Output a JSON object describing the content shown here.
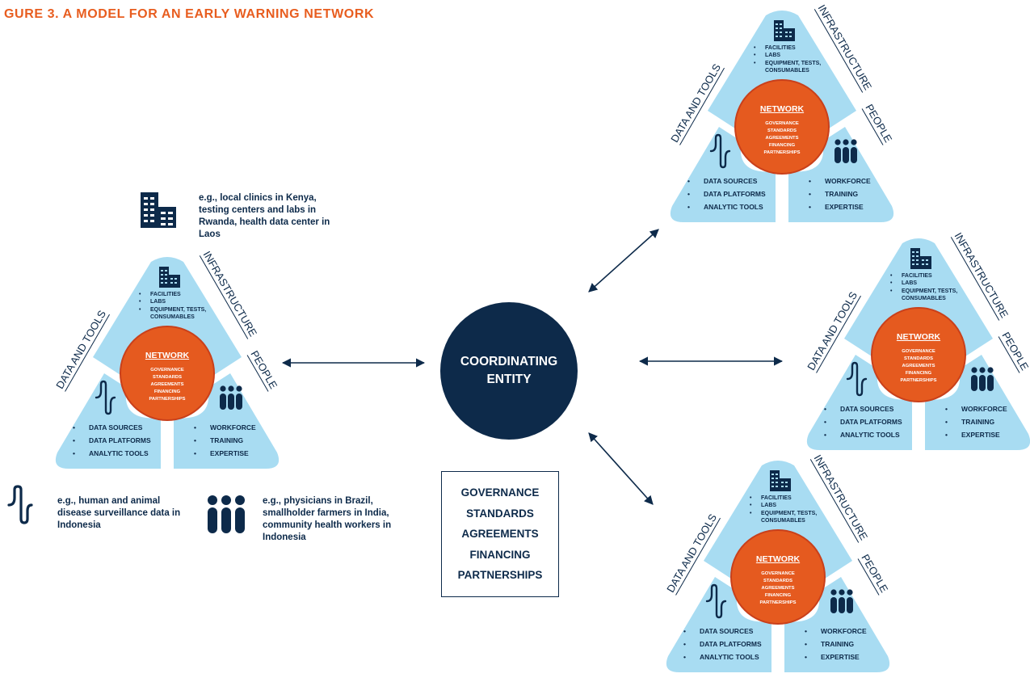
{
  "title": "GURE 3. A MODEL FOR AN EARLY WARNING NETWORK",
  "icons": {
    "infrastructure": "building-icon",
    "data_and_tools": "squiggle-signal-icon",
    "people": "people-group-icon"
  },
  "colors": {
    "segment": "#a8dcf2",
    "network": "#e55a1f",
    "navy": "#0d2a4a",
    "title": "#e85d1f"
  },
  "model": {
    "infra_label": "INFRASTRUCTURE",
    "infra_items": [
      "FACILITIES",
      "LABS",
      "EQUIPMENT, TESTS,",
      "CONSUMABLES"
    ],
    "network_title": "NETWORK",
    "network_items": [
      "GOVERNANCE",
      "STANDARDS",
      "AGREEMENTS",
      "FINANCING",
      "PARTNERSHIPS"
    ],
    "data_label": "DATA AND TOOLS",
    "data_items": [
      "DATA SOURCES",
      "DATA PLATFORMS",
      "ANALYTIC TOOLS"
    ],
    "people_label": "PEOPLE",
    "people_items": [
      "WORKFORCE",
      "TRAINING",
      "EXPERTISE"
    ]
  },
  "coordinating_entity": "COORDINATING ENTITY",
  "governance_box": [
    "GOVERNANCE",
    "STANDARDS",
    "AGREEMENTS",
    "FINANCING",
    "PARTNERSHIPS"
  ],
  "examples": {
    "infrastructure": "e.g., local clinics in Kenya, testing centers and labs in Rwanda, health data center in Laos",
    "data": "e.g., human and animal disease surveillance data in Indonesia",
    "people": "e.g., physicians in Brazil, smallholder farmers in India, community health workers in Indonesia"
  }
}
